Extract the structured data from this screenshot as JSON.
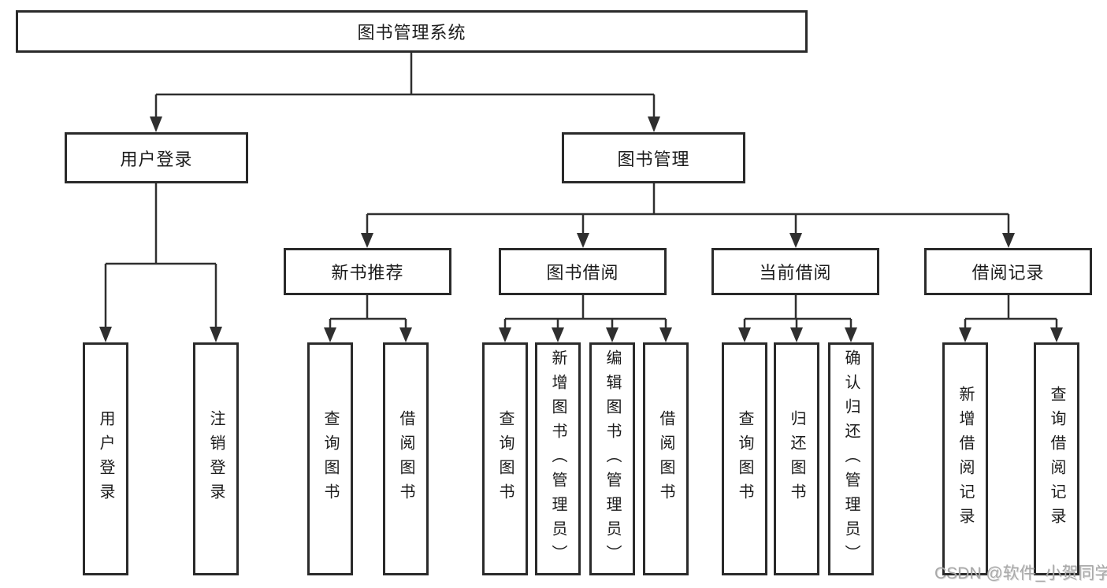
{
  "tree": {
    "root": {
      "label": "图书管理系统"
    },
    "branches": [
      {
        "label": "用户登录",
        "children": [
          {
            "label": "用户登录"
          },
          {
            "label": "注销登录"
          }
        ]
      },
      {
        "label": "图书管理",
        "groups": [
          {
            "label": "新书推荐",
            "children": [
              {
                "label": "查询图书"
              },
              {
                "label": "借阅图书"
              }
            ]
          },
          {
            "label": "图书借阅",
            "children": [
              {
                "label": "查询图书"
              },
              {
                "label": "新增图书（管理员）"
              },
              {
                "label": "编辑图书（管理员）"
              },
              {
                "label": "借阅图书"
              }
            ]
          },
          {
            "label": "当前借阅",
            "children": [
              {
                "label": "查询图书"
              },
              {
                "label": "归还图书"
              },
              {
                "label": "确认归还（管理员）"
              }
            ]
          },
          {
            "label": "借阅记录",
            "children": [
              {
                "label": "新增借阅记录"
              },
              {
                "label": "查询借阅记录"
              }
            ]
          }
        ]
      }
    ]
  },
  "watermark": {
    "text": "CSDN @软件_小贺同学"
  },
  "colors": {
    "line": "#2f2f2f",
    "border": "#2a2a2a",
    "text": "#1c1c1c",
    "watermark": "#a9a9a9",
    "background": "#ffffff"
  }
}
